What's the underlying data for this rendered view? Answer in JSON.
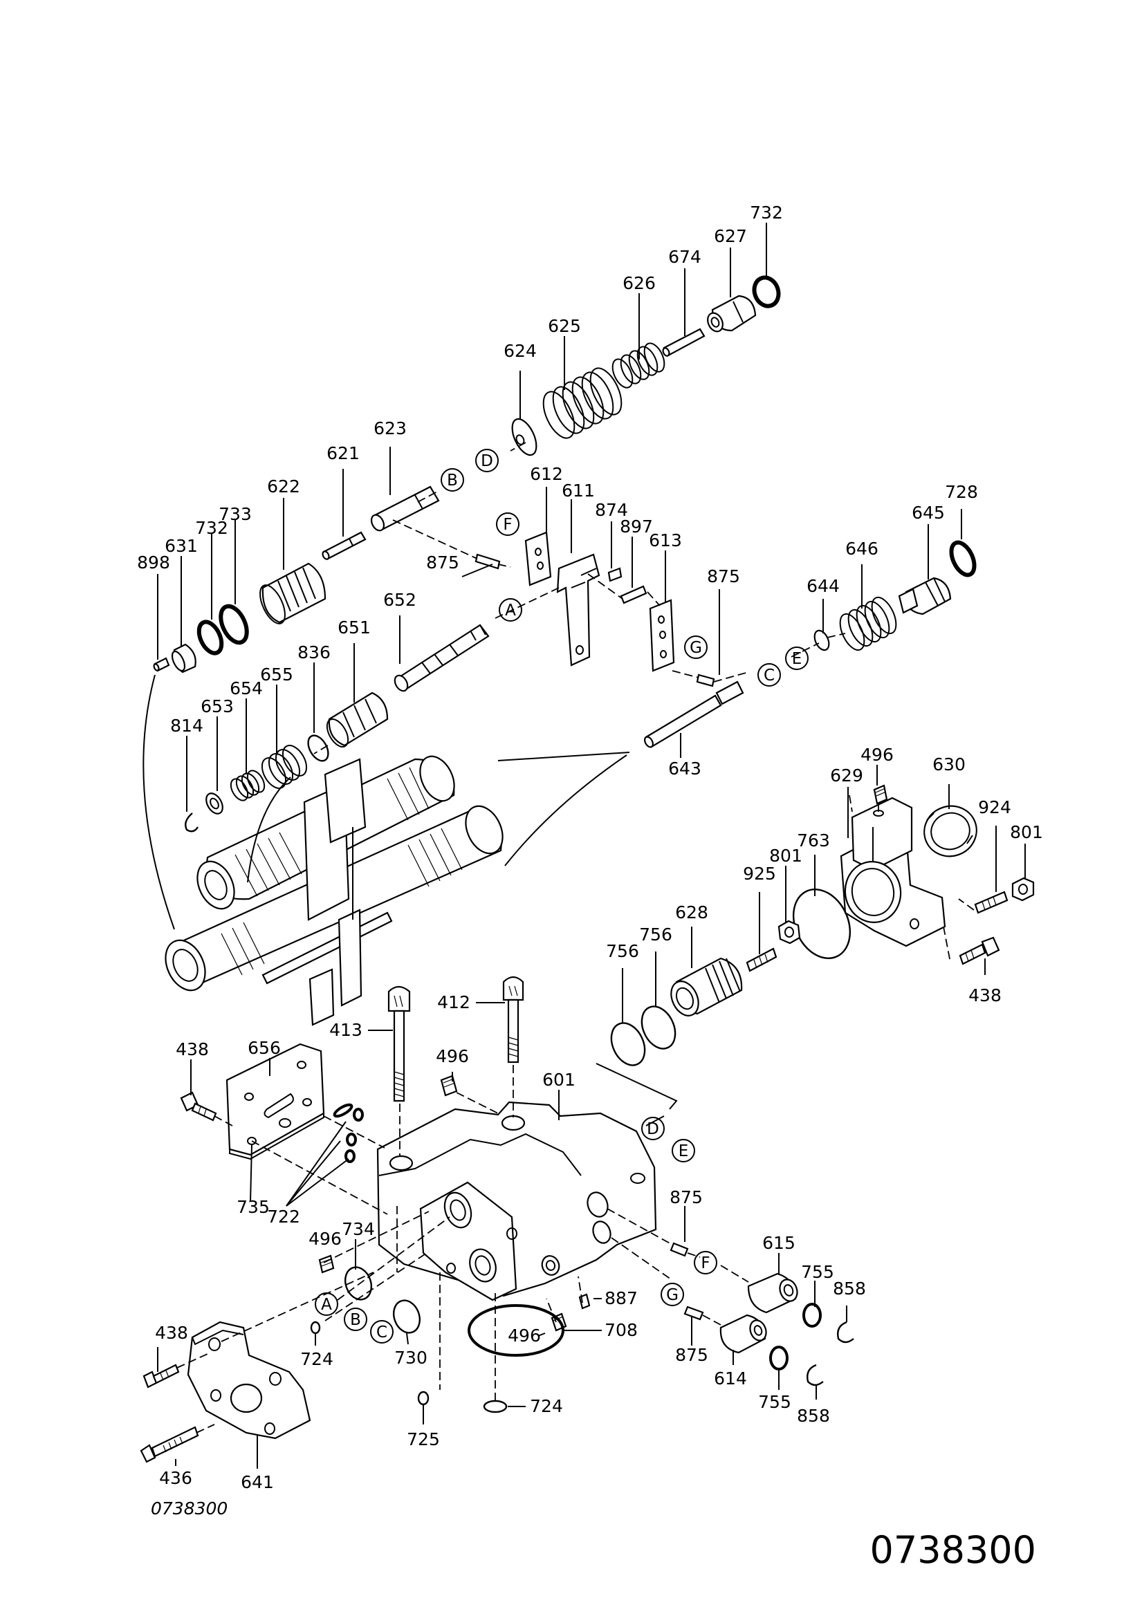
{
  "drawing_id": "0738300",
  "caption": "0738300",
  "callouts": {
    "c732a": "732",
    "c627": "627",
    "c674": "674",
    "c626": "626",
    "c625": "625",
    "c624": "624",
    "c623": "623",
    "c621": "621",
    "c622": "622",
    "c733": "733",
    "c732b": "732",
    "c631": "631",
    "c898": "898",
    "c612": "612",
    "c611": "611",
    "c874": "874",
    "c897": "897",
    "c613": "613",
    "c875a": "875",
    "c875b": "875",
    "c652": "652",
    "c651": "651",
    "c836": "836",
    "c655": "655",
    "c654": "654",
    "c653": "653",
    "c814": "814",
    "c728": "728",
    "c645": "645",
    "c646": "646",
    "c644": "644",
    "c643": "643",
    "c496a": "496",
    "c629": "629",
    "c630": "630",
    "c924": "924",
    "c801a": "801",
    "c763": "763",
    "c801b": "801",
    "c925": "925",
    "c628": "628",
    "c756a": "756",
    "c756b": "756",
    "c438a": "438",
    "c412": "412",
    "c413": "413",
    "c496b": "496",
    "c601": "601",
    "c656": "656",
    "c438b": "438",
    "c735": "735",
    "c722": "722",
    "c734": "734",
    "c496c": "496",
    "c875c": "875",
    "c615": "615",
    "c755a": "755",
    "c858a": "858",
    "c887": "887",
    "c708": "708",
    "c496d": "496",
    "c438c": "438",
    "c724a": "724",
    "c730": "730",
    "c875d": "875",
    "c614": "614",
    "c755b": "755",
    "c858b": "858",
    "c724b": "724",
    "c725": "725",
    "c436": "436",
    "c641": "641"
  },
  "connectors": {
    "B1": "B",
    "D1": "D",
    "F1": "F",
    "A1": "A",
    "G1": "G",
    "C1": "C",
    "E1": "E",
    "D2": "D",
    "E2": "E",
    "F2": "F",
    "A2": "A",
    "B2": "B",
    "C2": "C",
    "G2": "G"
  }
}
